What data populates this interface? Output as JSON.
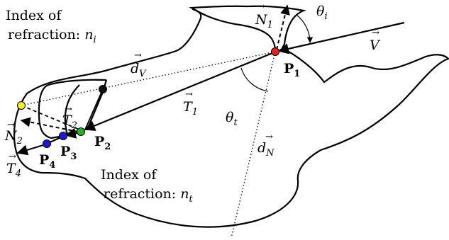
{
  "diagram": {
    "outer_medium_label": {
      "line1": "Index of",
      "line2": "refraction: ",
      "symbol": "n",
      "subscript": "i"
    },
    "inner_medium_label": {
      "line1": "Index of",
      "line2": "refraction: ",
      "symbol": "n",
      "subscript": "t"
    },
    "vectors": {
      "N1": {
        "base": "N",
        "sub": "1",
        "arrow": "→"
      },
      "V": {
        "base": "V",
        "arrow": "→"
      },
      "T1": {
        "base": "T",
        "sub": "1",
        "arrow": "→"
      },
      "T2": {
        "base": "T",
        "sub": "2",
        "arrow": "→"
      },
      "N2": {
        "base": "N",
        "sub": "2",
        "arrow": "→"
      },
      "T4": {
        "base": "T",
        "sub": "4",
        "arrow": "→"
      },
      "dV": {
        "base": "d",
        "sub": "V",
        "arrow": "→"
      },
      "dN": {
        "base": "d",
        "sub": "N",
        "arrow": "→"
      }
    },
    "angles": {
      "theta_i": {
        "base": "θ",
        "sub": "i"
      },
      "theta_t": {
        "base": "θ",
        "sub": "t"
      }
    },
    "points": {
      "P1": {
        "base": "P",
        "sub": "1",
        "color": "#e8201c"
      },
      "P2": {
        "base": "P",
        "sub": "2",
        "color": "#22b322"
      },
      "P3": {
        "base": "P",
        "sub": "3",
        "color": "#1a1adc"
      },
      "P4": {
        "base": "P",
        "sub": "4",
        "color": "#1a1adc"
      }
    },
    "extra_points": {
      "black": {
        "color": "#111111"
      },
      "yellow": {
        "color": "#f4ee22"
      }
    }
  }
}
